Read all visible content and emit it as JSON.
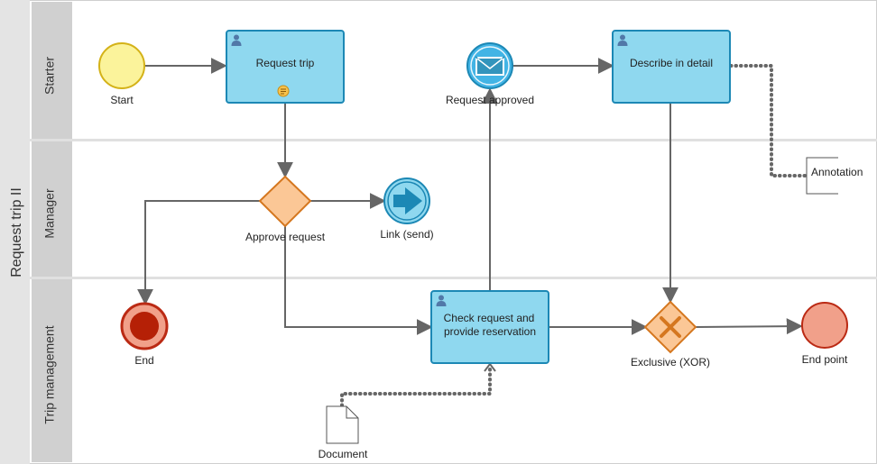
{
  "pool": {
    "label": "Request trip II"
  },
  "lanes": [
    {
      "id": "starter",
      "label": "Starter"
    },
    {
      "id": "manager",
      "label": "Manager"
    },
    {
      "id": "trip",
      "label": "Trip management"
    }
  ],
  "elements": {
    "start": {
      "label": "Start",
      "kind": "start-event"
    },
    "request_trip": {
      "label": "Request trip",
      "kind": "user-task"
    },
    "request_approved": {
      "label": "Request approved",
      "kind": "message-event"
    },
    "describe": {
      "label": "Describe in detail",
      "kind": "user-task"
    },
    "annotation": {
      "label": "Annotation",
      "kind": "text-annotation"
    },
    "approve_request": {
      "label": "Approve request",
      "kind": "gateway"
    },
    "link_send": {
      "label": "Link (send)",
      "kind": "link-event"
    },
    "end": {
      "label": "End",
      "kind": "terminate-end-event"
    },
    "check_request": {
      "label_line1": "Check request and",
      "label_line2": "provide reservation",
      "kind": "user-task"
    },
    "exclusive": {
      "label": "Exclusive (XOR)",
      "kind": "exclusive-gateway"
    },
    "end_point": {
      "label": "End point",
      "kind": "end-event"
    },
    "document": {
      "label": "Document",
      "kind": "data-object"
    }
  },
  "colors": {
    "task_fill": "#8fd8ef",
    "task_stroke": "#1c88b5",
    "gateway_fill": "#fbc796",
    "gateway_stroke": "#d5771f",
    "start_fill": "#fbf39b",
    "start_stroke": "#d4b218",
    "end_fill": "#f1a08a",
    "end_stroke": "#bb2a14",
    "link_fill": "#42b4e5",
    "lane_header": "#d0d0d0",
    "pool_header": "#e4e4e4",
    "flow": "#666666"
  }
}
